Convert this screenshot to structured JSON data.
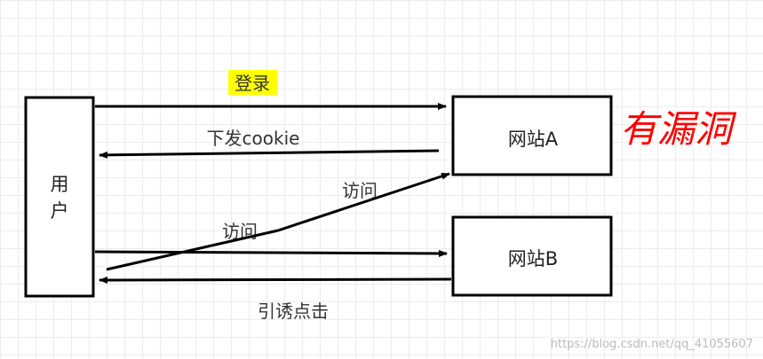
{
  "nodes": {
    "user": {
      "label_line1": "用",
      "label_line2": "户"
    },
    "site_a": {
      "label": "网站A"
    },
    "site_b": {
      "label": "网站B"
    }
  },
  "edges": {
    "login": {
      "label": "登录"
    },
    "issue_cookie": {
      "label": "下发cookie"
    },
    "visit_b": {
      "label": "访问"
    },
    "visit_a": {
      "label": "访问"
    },
    "lure_click": {
      "label": "引诱点击"
    }
  },
  "annotations": {
    "vulnerable": {
      "text": "有漏洞",
      "color": "#ff0000"
    },
    "highlight_color": "#ffff00"
  },
  "watermark": {
    "text": "https://blog.csdn.net/qq_41055607"
  }
}
